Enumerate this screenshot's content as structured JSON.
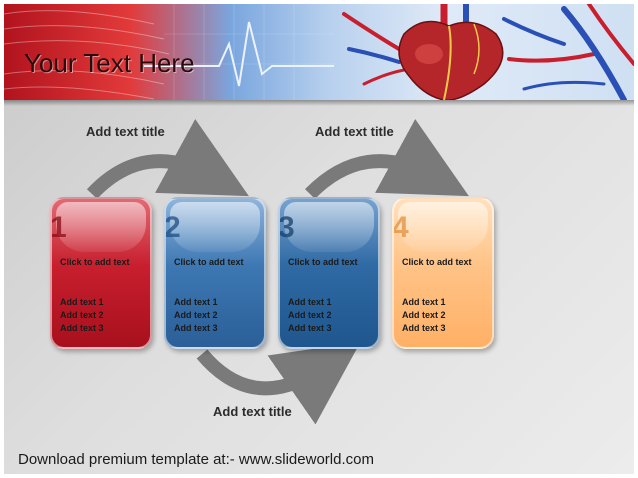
{
  "slide": {
    "title": "Your Text Here",
    "footer": "Download premium template at:- www.slideworld.com"
  },
  "arrows": [
    {
      "title": "Add text title"
    },
    {
      "title": "Add text title"
    },
    {
      "title": "Add text title"
    }
  ],
  "cards": [
    {
      "number": "1",
      "heading": "Click to add text",
      "lines": [
        "Add text 1",
        "Add text 2",
        "Add text 3"
      ]
    },
    {
      "number": "2",
      "heading": "Click to add text",
      "lines": [
        "Add text 1",
        "Add text 2",
        "Add text 3"
      ]
    },
    {
      "number": "3",
      "heading": "Click to add text",
      "lines": [
        "Add text 1",
        "Add text 2",
        "Add text 3"
      ]
    },
    {
      "number": "4",
      "heading": "Click to add text",
      "lines": [
        "Add text 1",
        "Add text 2",
        "Add text 3"
      ]
    }
  ],
  "colors": {
    "card_1": "#c81f2e",
    "card_2": "#3d78b3",
    "card_3": "#2f6aa4",
    "card_4": "#ffc387",
    "arrow": "#7a7a7a"
  },
  "icons": [
    "heart-illustration",
    "ecg-line"
  ]
}
